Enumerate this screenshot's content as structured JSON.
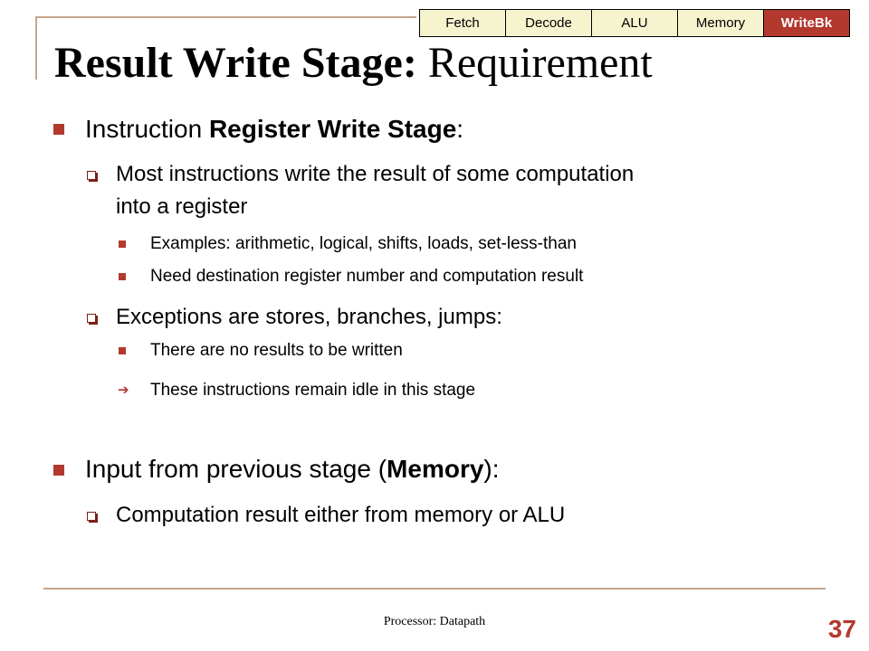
{
  "tabs": [
    {
      "label": "Fetch",
      "active": false
    },
    {
      "label": "Decode",
      "active": false
    },
    {
      "label": "ALU",
      "active": false
    },
    {
      "label": "Memory",
      "active": false
    },
    {
      "label": "WriteBk",
      "active": true
    }
  ],
  "title": {
    "bold": "Result Write Stage:",
    "rest": " Requirement"
  },
  "bullets": {
    "b1": {
      "pre": "Instruction ",
      "bold": "Register Write Stage",
      "post": ":"
    },
    "b1_1": {
      "line1": "Most instructions write the result of some computation",
      "line2": "into a register"
    },
    "b1_1_1": "Examples: arithmetic, logical, shifts, loads, set-less-than",
    "b1_1_2": "Need destination register number and computation result",
    "b1_2": "Exceptions are stores, branches, jumps:",
    "b1_2_1": "There are no results to be written",
    "b1_2_2": "These instructions remain idle in this stage",
    "b2": {
      "pre": "Input from previous stage (",
      "bold": "Memory",
      "post": "):"
    },
    "b2_1": "Computation result either from memory or ALU"
  },
  "footer": {
    "text": "Processor: Datapath",
    "page_number": "37"
  },
  "colors": {
    "accent": "#b3382e",
    "tab_bg": "#f6f4cf",
    "frame": "#c8a58a"
  },
  "icons": {
    "level1": "square-bullet",
    "level2": "box-bullet",
    "level3": "square-bullet",
    "arrow": "right-arrow-icon"
  }
}
